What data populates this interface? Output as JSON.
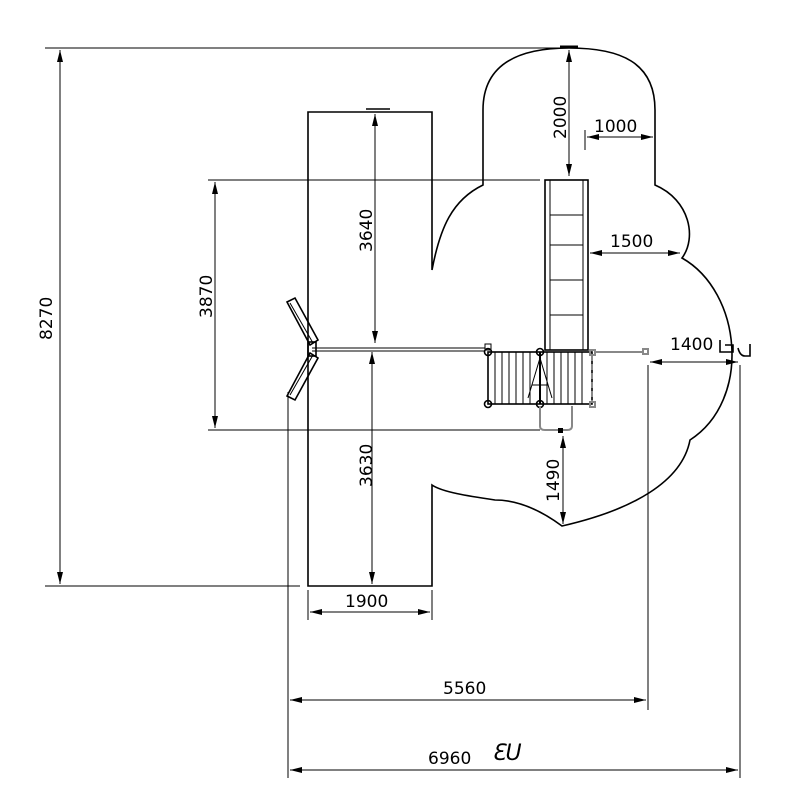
{
  "dimensions": {
    "total_height": "8270",
    "area_height": "3870",
    "upper_length": "3640",
    "lower_length": "3630",
    "slide_clearance_top": "2000",
    "slide_clearance_side": "1000",
    "slide_clearance_right": "1500",
    "deck_clearance_right": "1400",
    "deck_clearance_bottom": "1490",
    "swing_width": "1900",
    "partial_width": "5560",
    "total_width": "6960"
  },
  "marks": {
    "unit_mark": "ƐU"
  },
  "colors": {
    "line": "#000000",
    "accessory": "#888888"
  }
}
